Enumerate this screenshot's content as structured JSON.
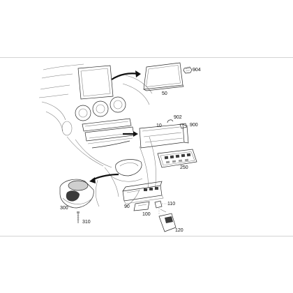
{
  "diagram": {
    "parts": [
      {
        "id": "display",
        "number": "50"
      },
      {
        "id": "display-connector",
        "number": "904"
      },
      {
        "id": "climate-control-unit",
        "number": "10"
      },
      {
        "id": "clip",
        "number": "902"
      },
      {
        "id": "control-connector",
        "number": "900"
      },
      {
        "id": "climate-control-panel",
        "number": "250"
      },
      {
        "id": "touchpad-controller",
        "number": "300"
      },
      {
        "id": "screw",
        "number": "310"
      },
      {
        "id": "usb-hub",
        "number": "90"
      },
      {
        "id": "usb-hub-connector",
        "number": "110"
      },
      {
        "id": "usb-hub-bracket",
        "number": "100"
      },
      {
        "id": "usb-cable-connector",
        "number": "120"
      }
    ]
  }
}
